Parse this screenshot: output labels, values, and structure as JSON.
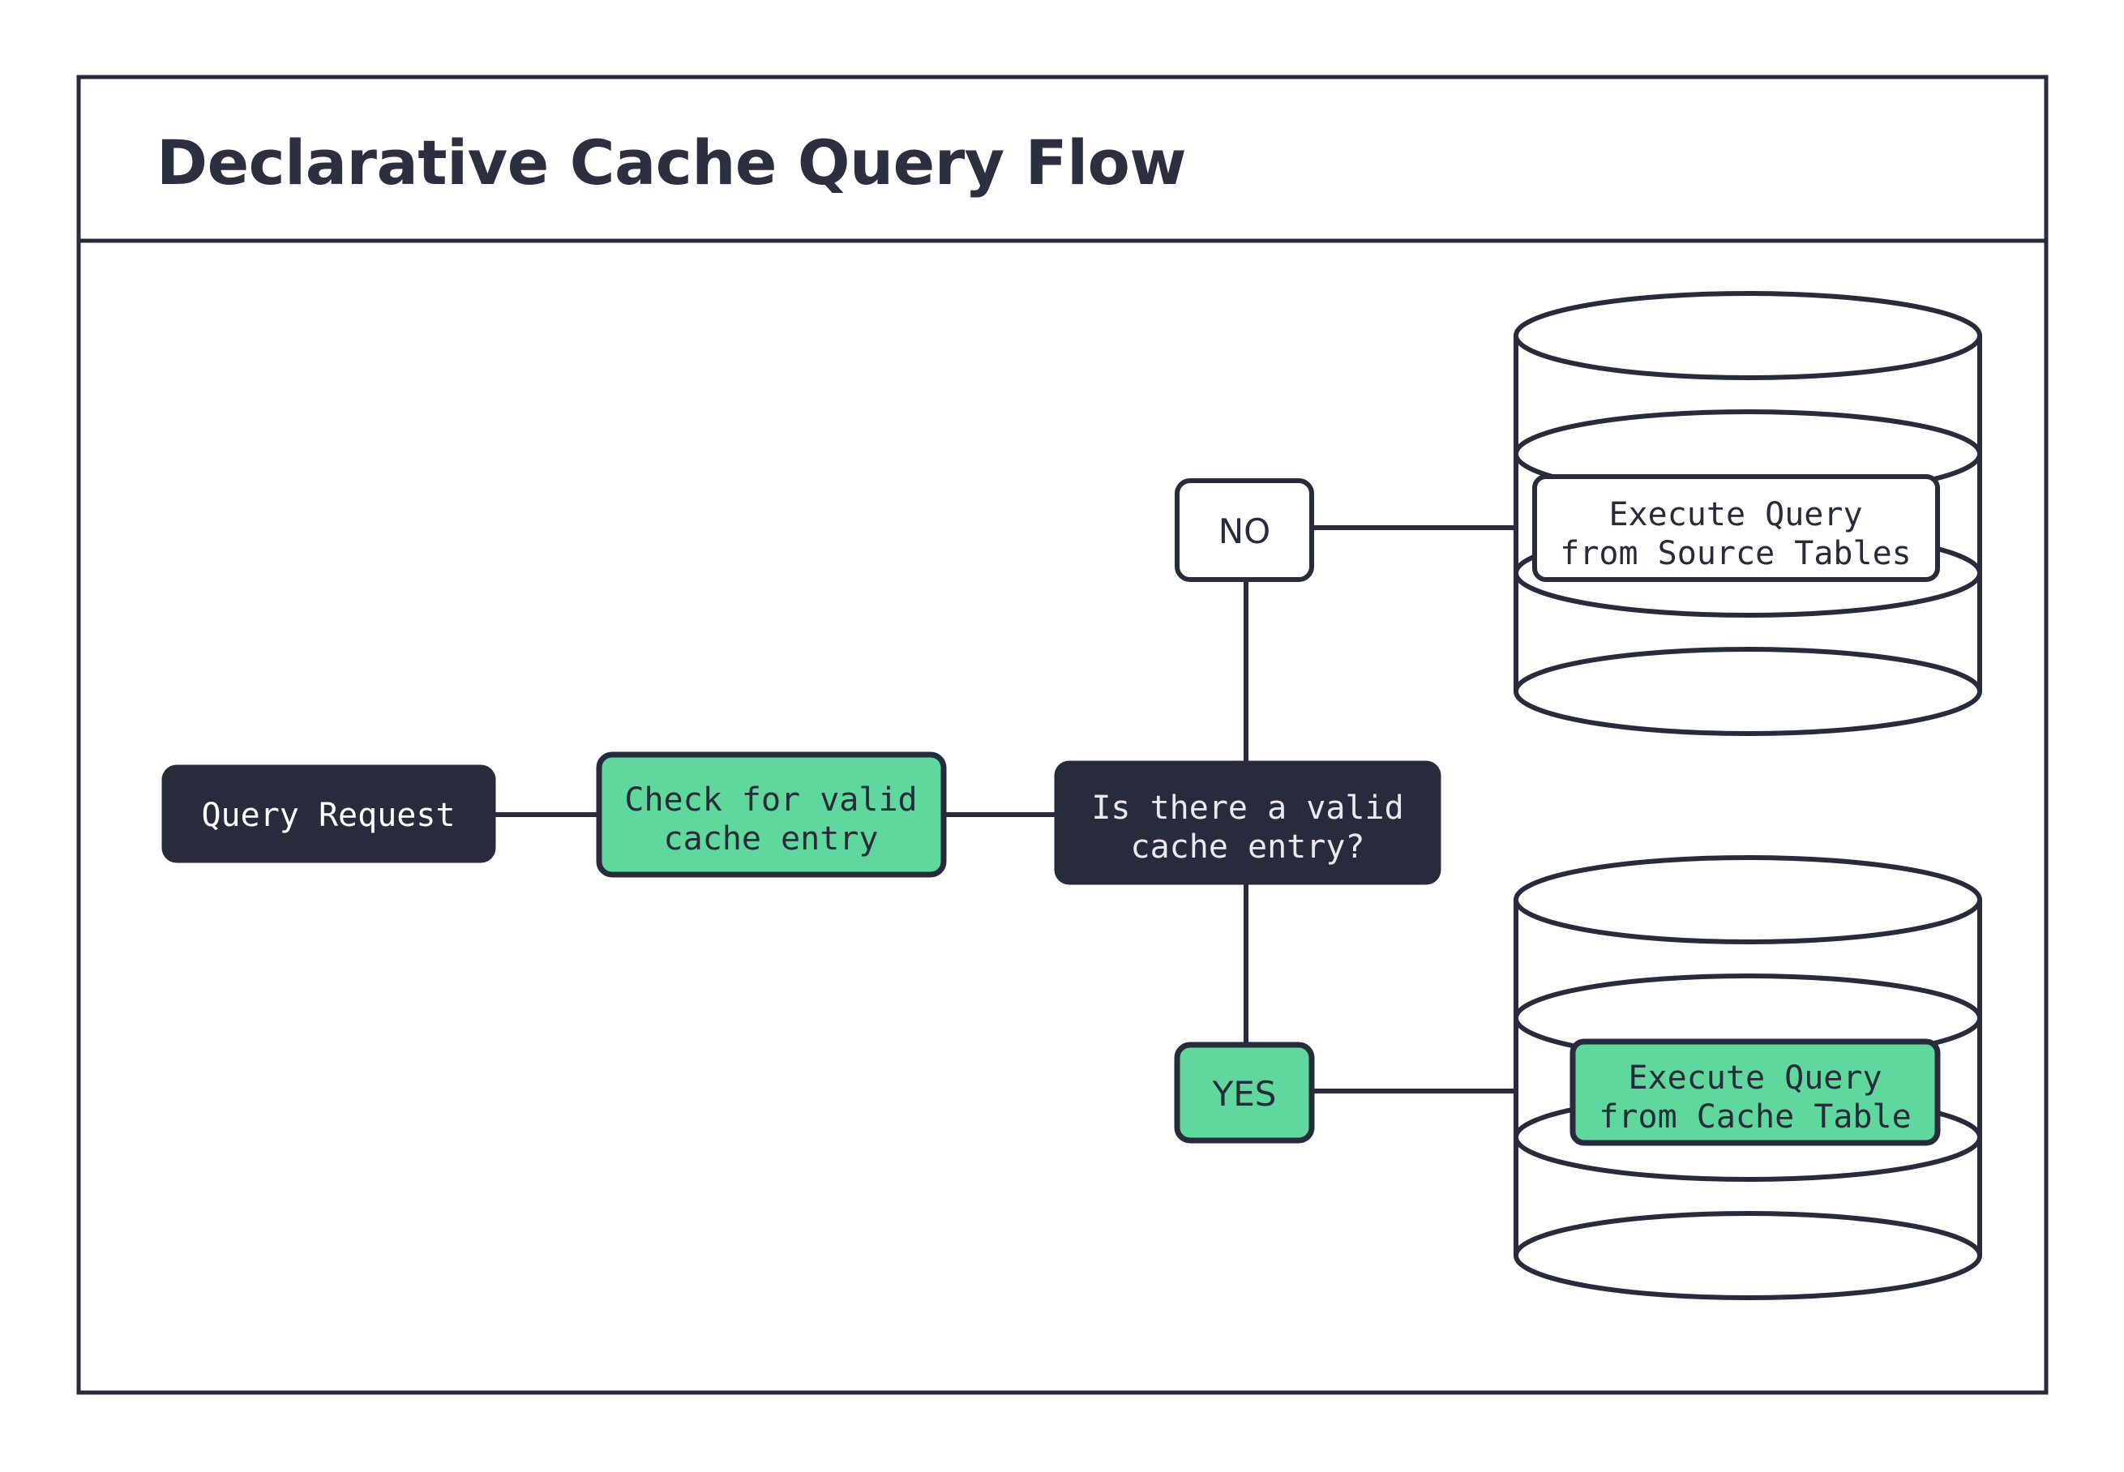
{
  "diagram": {
    "title": "Declarative Cache Query Flow",
    "colors": {
      "dark": "#272B3B",
      "green": "#5FD79D",
      "white": "#FFFFFF",
      "light_text": "#E8EAEE"
    },
    "nodes": {
      "query_request": {
        "label": "Query Request",
        "style": "dark"
      },
      "check_cache": {
        "line1": "Check for valid",
        "line2": "cache entry",
        "style": "green"
      },
      "decision": {
        "line1": "Is there a valid",
        "line2": "cache entry?",
        "style": "dark"
      },
      "source_tables": {
        "line1": "Execute Query",
        "line2": "from Source Tables",
        "style": "white"
      },
      "cache_table": {
        "line1": "Execute Query",
        "line2": "from Cache Table",
        "style": "green"
      }
    },
    "edge_labels": {
      "no": {
        "label": "NO",
        "style": "white"
      },
      "yes": {
        "label": "YES",
        "style": "green"
      }
    },
    "containers": {
      "source_db": "database-cylinder",
      "cache_db": "database-cylinder"
    }
  }
}
